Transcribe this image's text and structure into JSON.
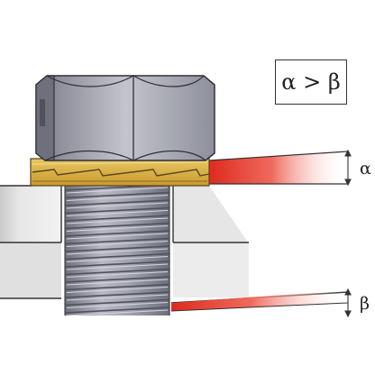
{
  "relation_label": "α > β",
  "angle_alpha": "α",
  "angle_beta": "β",
  "colors": {
    "bolt_metal": "#9ea0ad",
    "washer_gold": "#d9b24a",
    "gap_red": "#e23a2f",
    "plate_gray": "#d6d6d6",
    "line": "#333333"
  }
}
